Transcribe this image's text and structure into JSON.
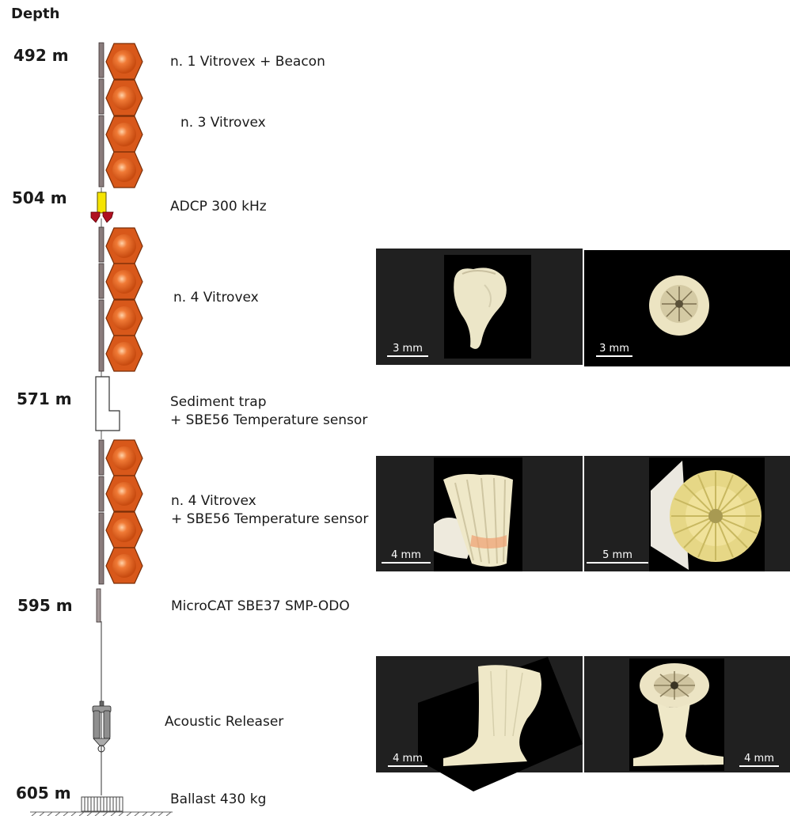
{
  "heading": "Depth",
  "depths": {
    "d492": "492 m",
    "d504": "504 m",
    "d571": "571 m",
    "d595": "595 m",
    "d605": "605 m"
  },
  "components": {
    "vitrovex_beacon": "n. 1 Vitrovex + Beacon",
    "vitrovex_3": "n. 3 Vitrovex",
    "adcp": "ADCP 300 kHz",
    "vitrovex_4a": "n. 4 Vitrovex",
    "sediment_trap_l1": "Sediment trap",
    "sediment_trap_l2": "+ SBE56 Temperature sensor",
    "vitrovex_4b_l1": "n. 4 Vitrovex",
    "vitrovex_4b_l2": "+ SBE56 Temperature sensor",
    "microcat": "MicroCAT SBE37 SMP-ODO",
    "releaser": "Acoustic Releaser",
    "ballast": "Ballast 430 kg"
  },
  "scale_bars": {
    "p1": "3 mm",
    "p2": "3 mm",
    "p3": "4 mm",
    "p4": "5 mm",
    "p5": "4 mm",
    "p6": "4 mm"
  },
  "colors": {
    "float": "#e0601e",
    "float_edge": "#7a2e08",
    "adcp": "#f5e400",
    "adcp_cap": "#b01020",
    "rod": "#7d6f6f",
    "photo_bg_dark": "#1f1f1f",
    "photo_bg_black": "#000000",
    "coral": "#efe8c8"
  }
}
